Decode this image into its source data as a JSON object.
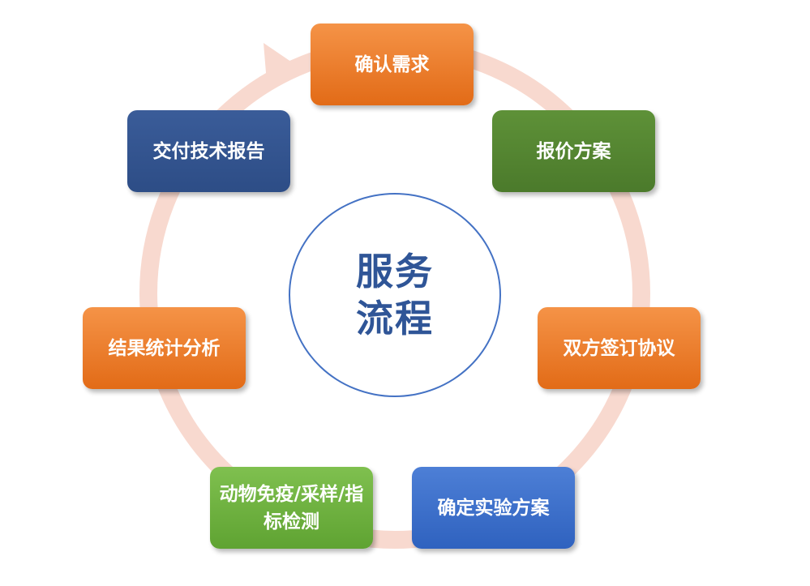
{
  "center_title": "服务流程",
  "steps": [
    {
      "label": "确认需求",
      "color": "#ed7d31"
    },
    {
      "label": "报价方案",
      "color": "#548235"
    },
    {
      "label": "双方签订协议",
      "color": "#ed7d31"
    },
    {
      "label": "确定实验方案",
      "color": "#4472c4"
    },
    {
      "label": "动物免疫/采样/指标检测",
      "color": "#70ad47"
    },
    {
      "label": "结果统计分析",
      "color": "#ed7d31"
    },
    {
      "label": "交付技术报告",
      "color": "#2f5597"
    }
  ],
  "ring_color": "#f8d9cf"
}
